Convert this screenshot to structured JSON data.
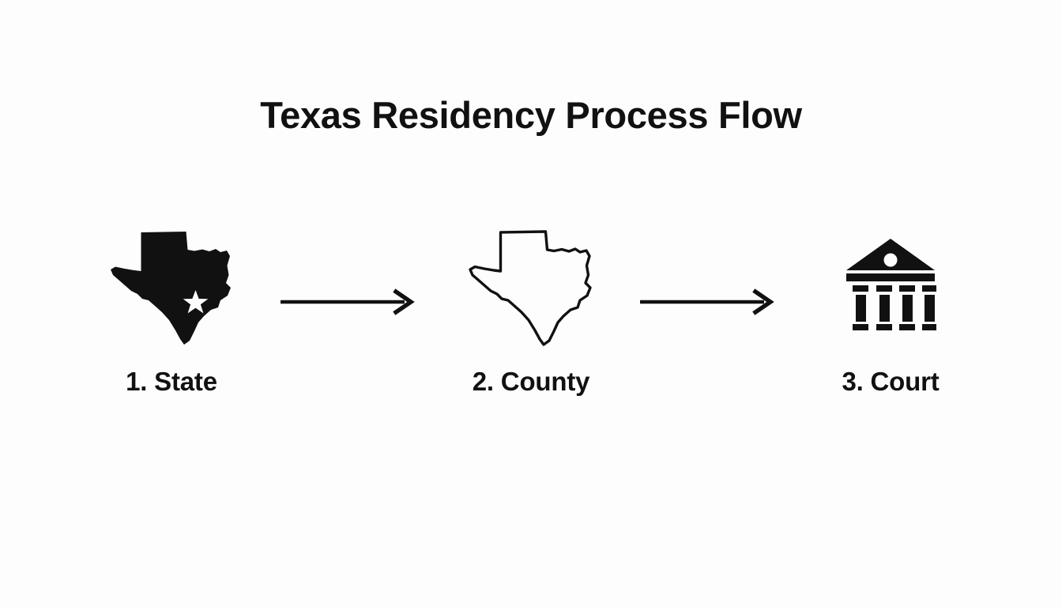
{
  "page": {
    "title": "Texas Residency Process Flow",
    "background_color": "#fdfdfd",
    "foreground_color": "#111111"
  },
  "diagram": {
    "type": "process-flow",
    "orientation": "horizontal",
    "step_count": 3,
    "steps": [
      {
        "number": "1",
        "label": "1. State",
        "icon": "texas-state-filled-icon",
        "icon_style": "solid-black-silhouette-with-white-star"
      },
      {
        "number": "2",
        "label": "2. County",
        "icon": "texas-state-outline-icon",
        "icon_style": "black-outline-white-fill"
      },
      {
        "number": "3",
        "label": "3. Court",
        "icon": "courthouse-icon",
        "icon_style": "solid-black-classical-building"
      }
    ],
    "connectors": [
      {
        "from": "1. State",
        "to": "2. County",
        "icon": "arrow-right-icon"
      },
      {
        "from": "2. County",
        "to": "3. Court",
        "icon": "arrow-right-icon"
      }
    ]
  }
}
